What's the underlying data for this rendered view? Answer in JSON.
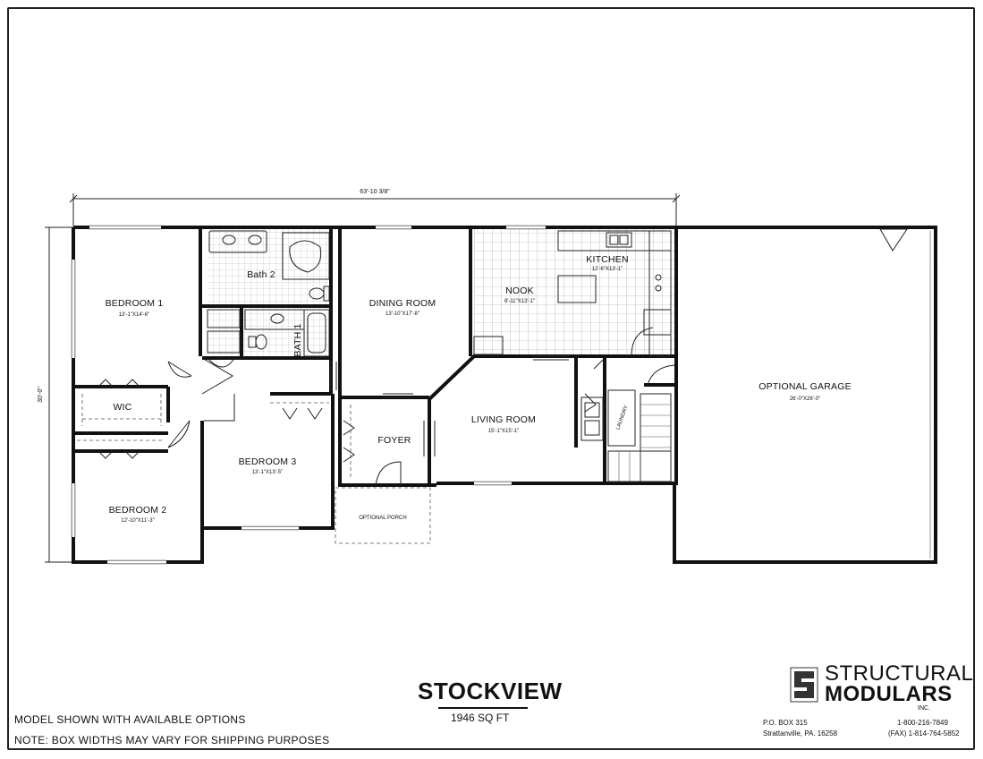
{
  "plan": {
    "overall_width": "63'-10 3/8\"",
    "overall_depth": "30'-0\""
  },
  "rooms": {
    "bedroom1": {
      "name": "BEDROOM 1",
      "dim": "13'-1\"X14'-6\""
    },
    "bath2": {
      "name": "Bath 2"
    },
    "bath1": {
      "name": "BATH 1"
    },
    "wic": {
      "name": "WIC"
    },
    "bedroom2": {
      "name": "BEDROOM 2",
      "dim": "12'-10\"X11'-3\""
    },
    "bedroom3": {
      "name": "BEDROOM 3",
      "dim": "13'-1\"X13'-5\""
    },
    "dining": {
      "name": "DINING ROOM",
      "dim": "13'-10\"X17'-8\""
    },
    "nook": {
      "name": "NOOK",
      "dim": "8'-11\"X13'-1\""
    },
    "kitchen": {
      "name": "KITCHEN",
      "dim": "12'-6\"X13'-1\""
    },
    "living": {
      "name": "LIVING ROOM",
      "dim": "15'-1\"X15'-1\""
    },
    "foyer": {
      "name": "FOYER"
    },
    "laundry": {
      "name": "LAUNDRY"
    },
    "porch": {
      "name": "OPTIONAL PORCH"
    },
    "garage": {
      "name": "OPTIONAL GARAGE",
      "dim": "26'-0\"X26'-0\""
    }
  },
  "title_block": {
    "model": "STOCKVIEW",
    "sqft": "1946 SQ FT",
    "note1": "MODEL SHOWN WITH AVAILABLE OPTIONS",
    "note2": "NOTE: BOX WIDTHS MAY VARY FOR SHIPPING PURPOSES"
  },
  "company": {
    "name_line1": "STRUCTURAL",
    "name_line2": "MODULARS",
    "suffix": "INC.",
    "address1": "P.O. BOX 315",
    "address2": "Strattanville, PA.  16258",
    "phone1": "1-800-216-7849",
    "phone2": "(FAX) 1-814-764-5852",
    "logo_icon": "structural-modulars-logo-icon"
  }
}
